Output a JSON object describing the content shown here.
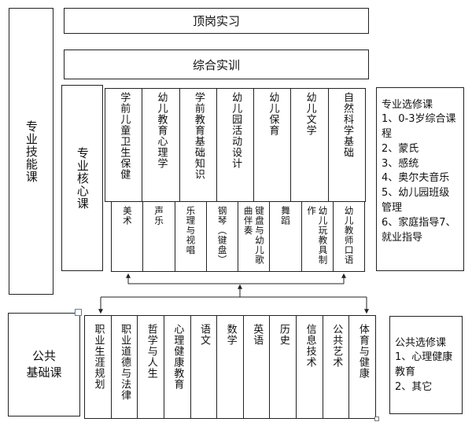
{
  "top": {
    "internship": "顶岗实习",
    "training": "综合实训"
  },
  "left": {
    "professional_skills": "专业技能课",
    "professional_core": "专业核心课",
    "public_basic": "公共\n基础课"
  },
  "core_courses_top": [
    "学前儿童卫生保健",
    "幼儿教育心理学",
    "学前教育基础知识",
    "幼儿园活动设计",
    "幼儿保育",
    "幼儿文学",
    "自然科学基础"
  ],
  "core_courses_bottom": [
    "美术",
    "声乐",
    "乐理与视唱",
    "钢琴（键盘）",
    "键盘与幼儿歌曲伴奏",
    "舞蹈",
    "幼儿玩教具制作",
    "幼儿教师口语"
  ],
  "public_courses": [
    "职业生涯规划",
    "职业道德与法律",
    "哲学与人生",
    "心理健康教育",
    "语文",
    "数学",
    "英语",
    "历史",
    "信息技术",
    "公共艺术",
    "体育与健康"
  ],
  "electives": {
    "professional": {
      "title": "专业选修课",
      "items": [
        "1、0-3岁综合课程",
        "2、蒙氏",
        "3、感统",
        "4、奥尔夫音乐",
        "5、幼儿园班级管理",
        "6、家庭指导7、就业指导"
      ]
    },
    "public": {
      "title": "公共选修课",
      "items": [
        "1、心理健康教育",
        "2、其它"
      ]
    }
  }
}
